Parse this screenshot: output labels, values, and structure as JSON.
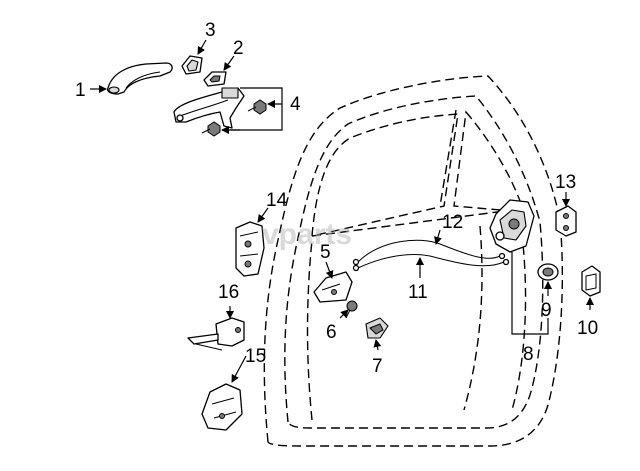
{
  "watermark": "vparts",
  "callouts": [
    "1",
    "2",
    "3",
    "4",
    "5",
    "6",
    "7",
    "8",
    "9",
    "10",
    "11",
    "12",
    "13",
    "14",
    "15",
    "16"
  ]
}
